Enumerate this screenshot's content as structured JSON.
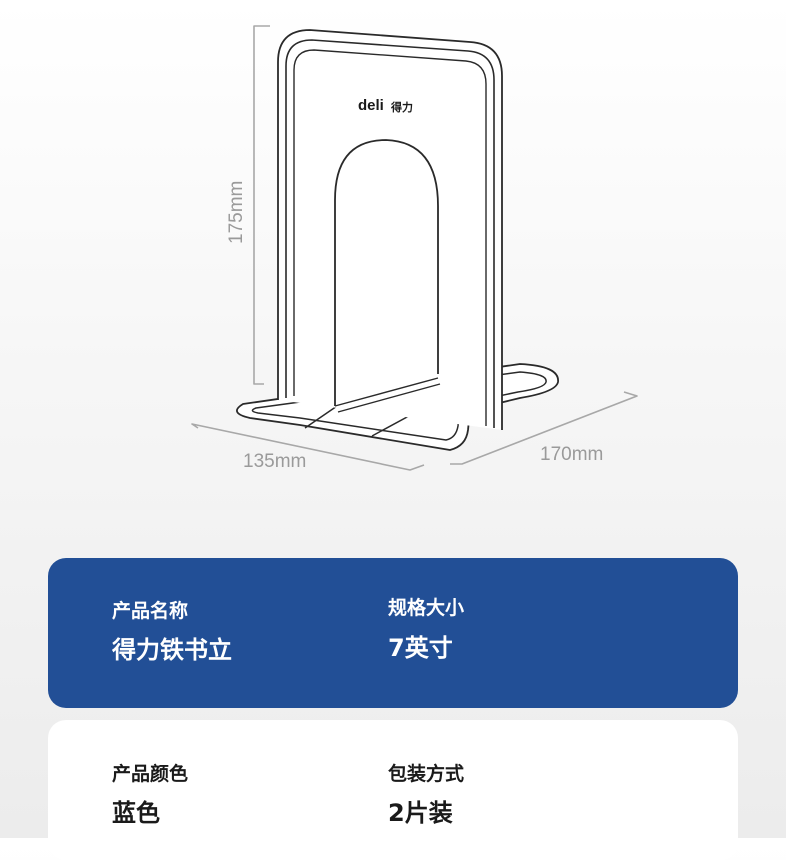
{
  "illustration": {
    "brand_logo_text": "deli",
    "brand_logo_cn": "得力",
    "height_dim": "175mm",
    "width_dim": "135mm",
    "depth_dim": "170mm"
  },
  "specs_primary": [
    {
      "label": "产品名称",
      "value": "得力铁书立"
    },
    {
      "label": "规格大小",
      "value": "7英寸"
    }
  ],
  "specs_secondary": [
    {
      "label": "产品颜色",
      "value": "蓝色"
    },
    {
      "label": "包装方式",
      "value": "2片装"
    }
  ],
  "colors": {
    "card_blue": "#224f96",
    "dimension_gray": "#9a9a9a",
    "outline": "#2a2a2a"
  }
}
